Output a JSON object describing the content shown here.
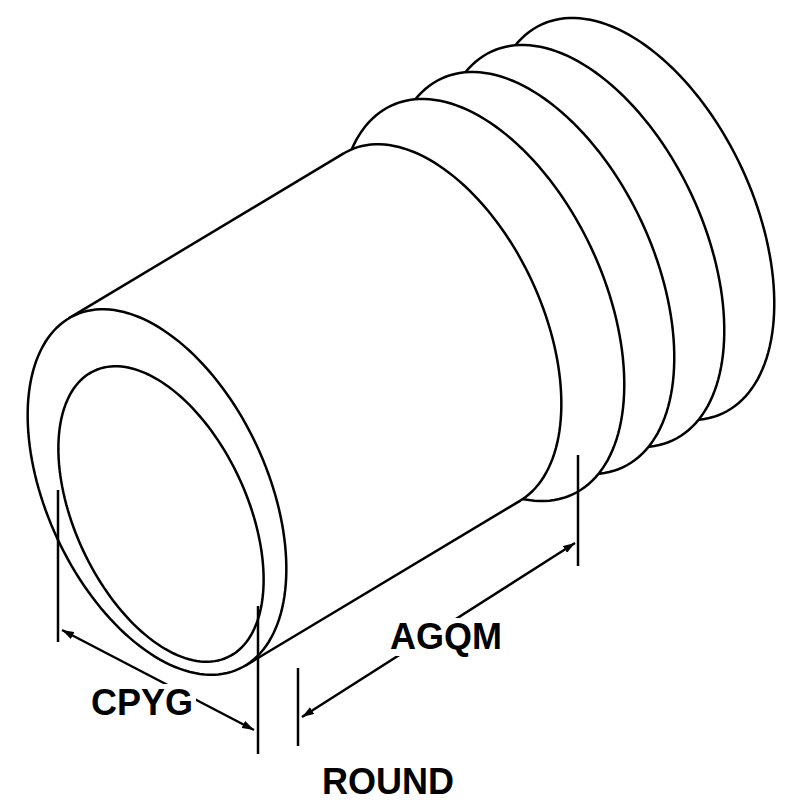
{
  "diagram": {
    "labels": [
      "CPYG",
      "AGQM",
      "ROUND"
    ]
  }
}
